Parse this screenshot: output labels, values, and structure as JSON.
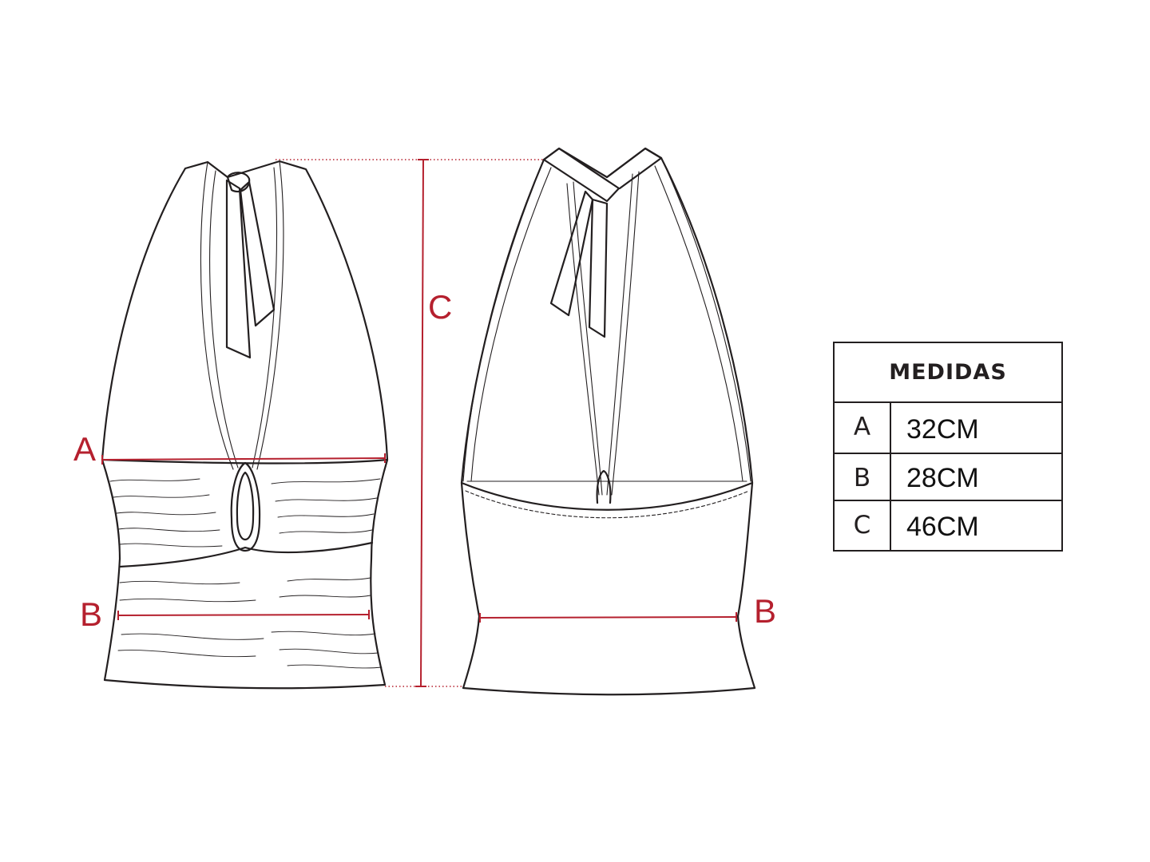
{
  "measurement_labels": {
    "a": "A",
    "b_front": "B",
    "b_back": "B",
    "c": "C"
  },
  "size_table": {
    "title": "MEDIDAS",
    "rows": [
      {
        "key": "A",
        "value": "32CM"
      },
      {
        "key": "B",
        "value": "28CM"
      },
      {
        "key": "C",
        "value": "46CM"
      }
    ]
  },
  "colors": {
    "measurement": "#b5202e",
    "outline": "#231f20"
  }
}
